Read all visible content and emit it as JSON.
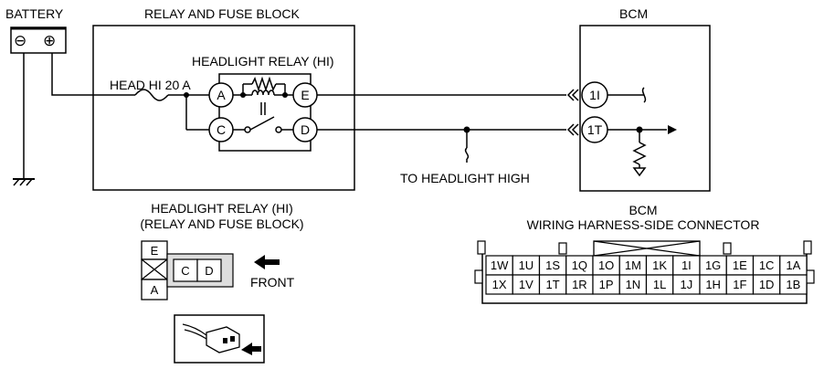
{
  "labels": {
    "battery": "BATTERY",
    "relay_fuse_block": "RELAY AND FUSE BLOCK",
    "bcm_top": "BCM",
    "headlight_relay_hi": "HEADLIGHT RELAY (HI)",
    "fuse": "HEAD HI 20 A",
    "to_headlight_high": "TO HEADLIGHT HIGH",
    "relay_connector_title_1": "HEADLIGHT RELAY (HI)",
    "relay_connector_title_2": "(RELAY AND FUSE BLOCK)",
    "bcm_connector_title_1": "BCM",
    "bcm_connector_title_2": "WIRING HARNESS-SIDE CONNECTOR",
    "front": "FRONT"
  },
  "battery_symbols": {
    "neg": "⊖",
    "pos": "⊕"
  },
  "relay_pins": {
    "A": "A",
    "C": "C",
    "D": "D",
    "E": "E"
  },
  "bcm_pins": {
    "p1i": "1I",
    "p1t": "1T"
  },
  "relay_connector_cells": {
    "e": "E",
    "c": "C",
    "d": "D",
    "a": "A"
  },
  "bcm_connector": {
    "row1": [
      "1W",
      "1U",
      "1S",
      "1Q",
      "1O",
      "1M",
      "1K",
      "1I",
      "1G",
      "1E",
      "1C",
      "1A"
    ],
    "row2": [
      "1X",
      "1V",
      "1T",
      "1R",
      "1P",
      "1N",
      "1L",
      "1J",
      "1H",
      "1F",
      "1D",
      "1B"
    ]
  }
}
